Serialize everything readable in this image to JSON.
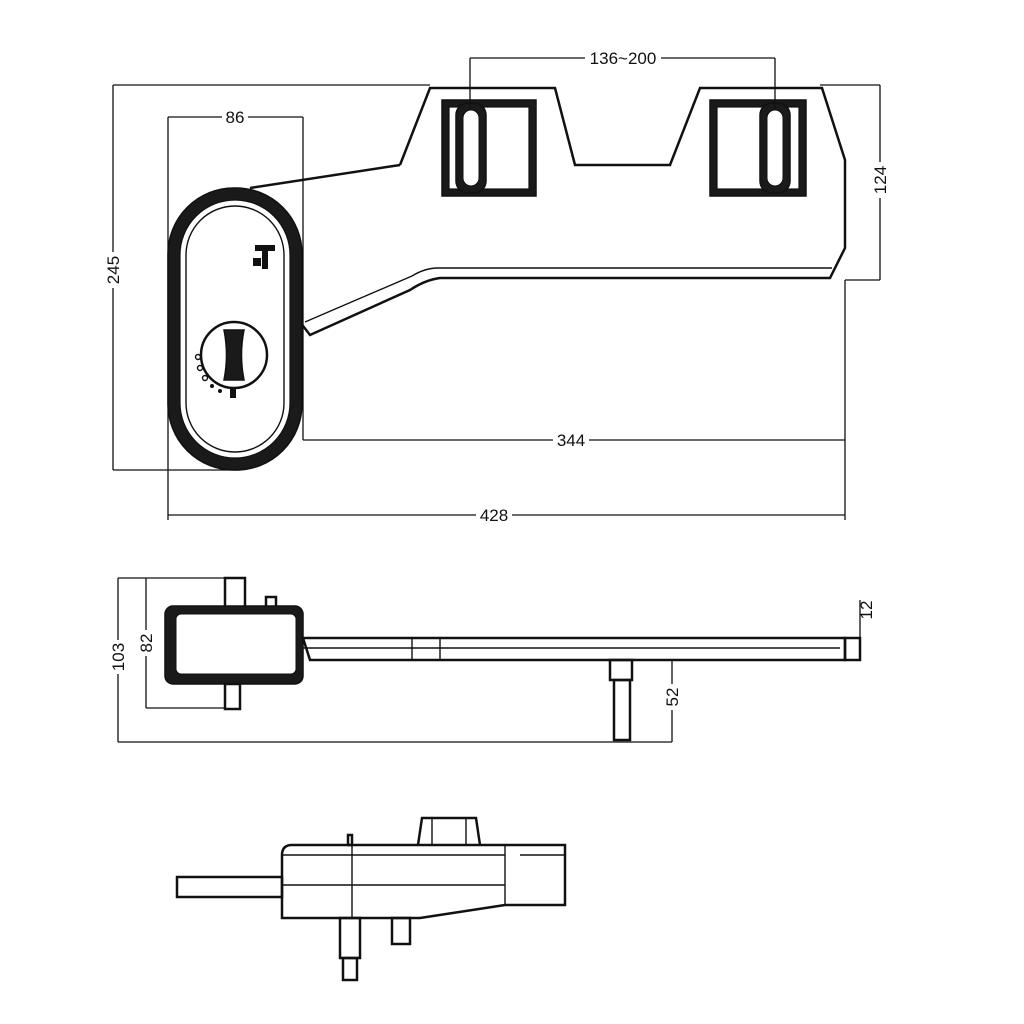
{
  "top_view": {
    "dim_clip_spacing": "136~200",
    "dim_control_width": "86",
    "dim_total_depth": "245",
    "dim_plate_depth": "124",
    "dim_bar_length": "344",
    "dim_total_length": "428"
  },
  "side_view": {
    "dim_total_height": "103",
    "dim_body_height": "82",
    "dim_plate_thickness": "12",
    "dim_stem_height": "52"
  }
}
